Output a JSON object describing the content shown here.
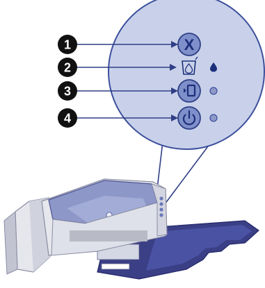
{
  "colors": {
    "panel_fill": "#c9d1ea",
    "panel_edge": "#3c4f9c",
    "button_fill": "#7f8fca",
    "button_edge": "#2e3f86",
    "glyph": "#1c2f7a",
    "callout_fill": "#111111",
    "callout_text": "#ffffff",
    "leader_line": "#2f3e86",
    "printer_body": "#e6e7ec",
    "printer_shadow": "#b8bac6",
    "printer_lid": "#8d97c8",
    "paper_tray": "#3a3f86"
  },
  "callouts": [
    {
      "label": "1",
      "button": "cancel",
      "button_icon": "cancel-x-icon",
      "button_glyph": "X",
      "indicator": "none"
    },
    {
      "label": "2",
      "button": "print-cartridge-status",
      "button_icon": "cartridge-drop-icon",
      "indicator": "ink-drop-light"
    },
    {
      "label": "3",
      "button": "resume",
      "button_icon": "resume-page-icon",
      "indicator": "resume-light"
    },
    {
      "label": "4",
      "button": "power",
      "button_icon": "power-icon",
      "indicator": "power-light"
    }
  ],
  "panel": {
    "shape": "magnified-circle",
    "source": "printer-right-side-control-panel"
  }
}
